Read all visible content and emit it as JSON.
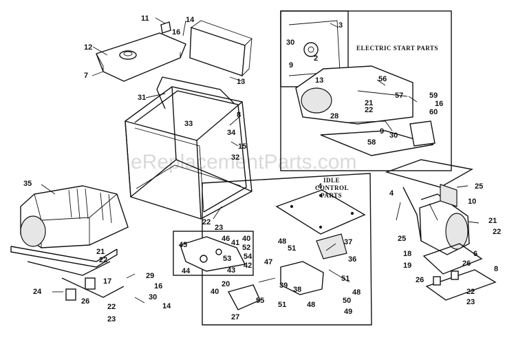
{
  "watermark": "eReplacementParts.com",
  "captions": {
    "electric_start": "ELECTRIC START PARTS",
    "idle_control_1": "IDLE",
    "idle_control_2": "CONTROL",
    "idle_control_3": "PARTS"
  },
  "labels": [
    "11",
    "14",
    "16",
    "12",
    "7",
    "13",
    "31",
    "33",
    "8",
    "34",
    "15",
    "32",
    "35",
    "22",
    "23",
    "4",
    "25",
    "10",
    "21",
    "22",
    "6",
    "26",
    "18",
    "19",
    "26",
    "8",
    "22",
    "23",
    "21",
    "22",
    "29",
    "17",
    "16",
    "30",
    "14",
    "24",
    "26",
    "22",
    "23",
    "45",
    "46",
    "41",
    "40",
    "52",
    "54",
    "42",
    "53",
    "44",
    "43",
    "48",
    "51",
    "37",
    "47",
    "36",
    "39",
    "38",
    "51",
    "48",
    "20",
    "40",
    "55",
    "27",
    "51",
    "48",
    "50",
    "49",
    "3",
    "30",
    "9",
    "2",
    "13",
    "56",
    "57",
    "59",
    "16",
    "60",
    "21",
    "22",
    "28",
    "58",
    "9",
    "30",
    "25",
    "4"
  ]
}
